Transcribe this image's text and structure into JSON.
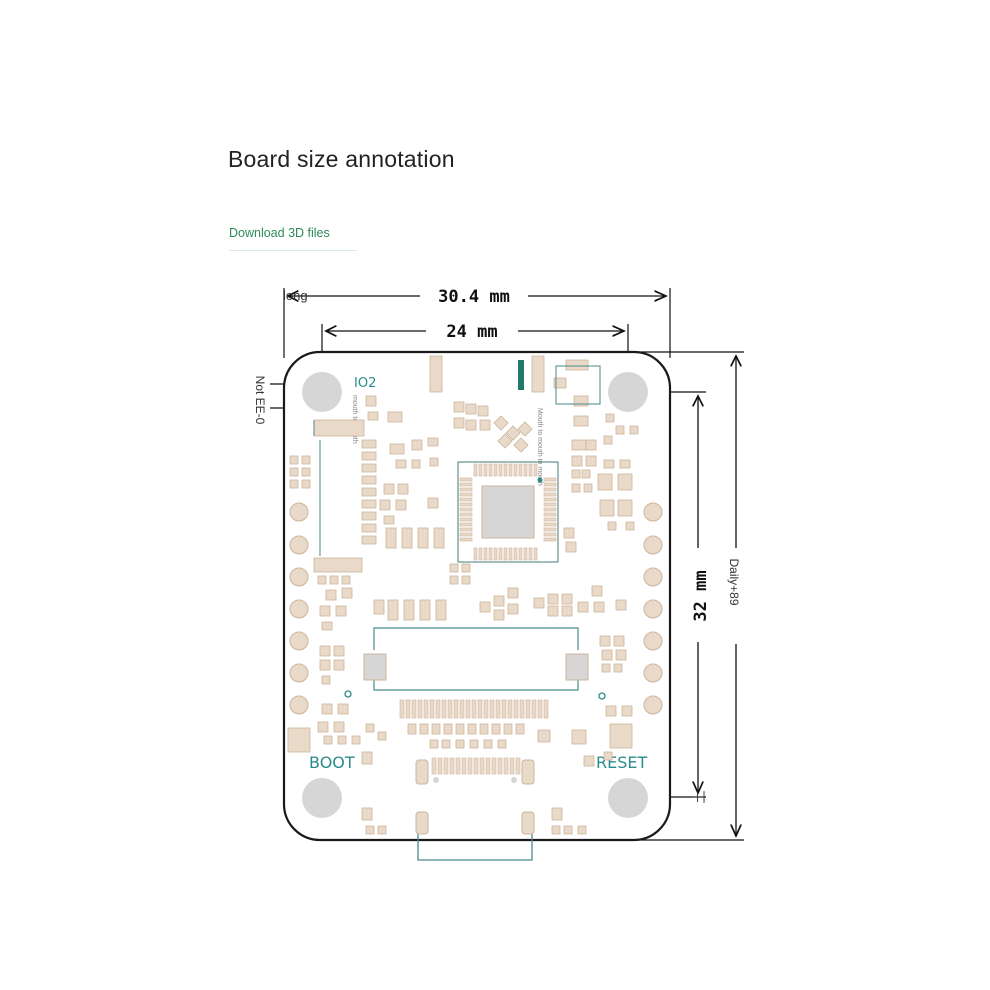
{
  "header": {
    "title": "Board size annotation",
    "download_link": "Download 3D files"
  },
  "dimensions": {
    "overall_width": "30.4 mm",
    "hole_spacing_width": "24 mm",
    "hole_spacing_height": "32 mm",
    "overall_height_label": "Daily+89",
    "long_label": "long",
    "side_label": "Not EE-0",
    "small_mark": "土"
  },
  "board": {
    "io_label": "IO2",
    "silk_text_1": "mouth to mouth",
    "silk_text_2": "Mouth to mouth to mouth",
    "boot_label": "BOOT",
    "reset_label": "RESET"
  },
  "colors": {
    "outline": "#1a1a1a",
    "pad": "#e8d9c9",
    "pad_stroke": "#cdb59c",
    "hole": "#d6d6d6",
    "silk": "#2a8c8c",
    "link": "#2e8a5a"
  }
}
